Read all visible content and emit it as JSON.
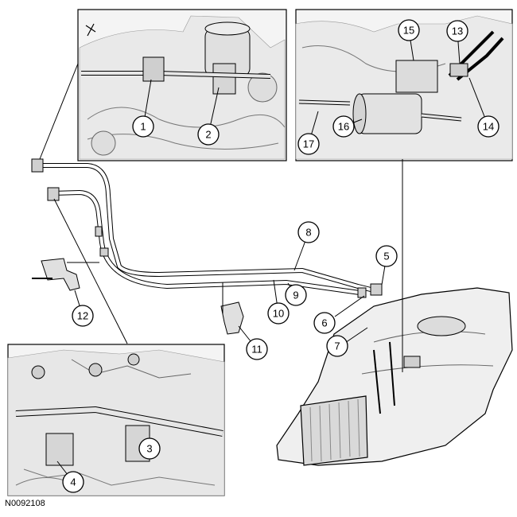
{
  "figure_code": "N0092108",
  "colors": {
    "line": "#000000",
    "part_fill": "#e6e6e6",
    "inset_bg": "#f4f4f4",
    "background": "#ffffff"
  },
  "callouts": [
    "1",
    "2",
    "3",
    "4",
    "5",
    "6",
    "7",
    "8",
    "9",
    "10",
    "11",
    "12",
    "13",
    "14",
    "15",
    "16",
    "17"
  ]
}
